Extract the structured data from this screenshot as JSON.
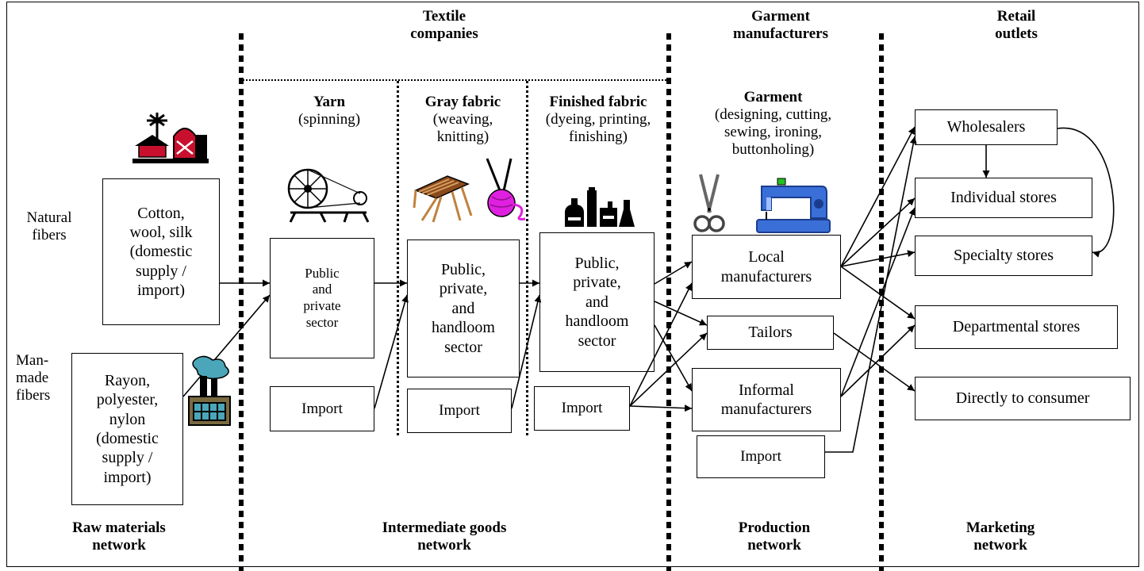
{
  "headers": {
    "textile": "Textile\ncompanies",
    "garment": "Garment\nmanufacturers",
    "retail": "Retail\noutlets"
  },
  "footers": {
    "raw": "Raw materials\nnetwork",
    "intermediate": "Intermediate goods\nnetwork",
    "production": "Production\nnetwork",
    "marketing": "Marketing\nnetwork"
  },
  "labels": {
    "natural": "Natural\nfibers",
    "manmade": "Man-\nmade\nfibers"
  },
  "stages": {
    "yarn_title": "Yarn",
    "yarn_sub": "(spinning)",
    "gray_title": "Gray fabric",
    "gray_sub": "(weaving,\nknitting)",
    "finished_title": "Finished fabric",
    "finished_sub": "(dyeing, printing,\nfinishing)",
    "garment_title": "Garment",
    "garment_sub": "(designing, cutting,\nsewing, ironing,\nbuttonholing)"
  },
  "boxes": {
    "natural_fibers": "Cotton,\nwool, silk\n(domestic\nsupply /\nimport)",
    "manmade_fibers": "Rayon,\npolyester,\nnylon\n(domestic\nsupply /\nimport)",
    "yarn_sector": "Public\nand\nprivate\nsector",
    "yarn_import": "Import",
    "gray_sector": "Public,\nprivate,\nand\nhandloom\nsector",
    "gray_import": "Import",
    "finished_sector": "Public,\nprivate,\nand\nhandloom\nsector",
    "finished_import": "Import",
    "local_manufacturers": "Local\nmanufacturers",
    "tailors": "Tailors",
    "informal_manufacturers": "Informal\nmanufacturers",
    "garment_import": "Import",
    "wholesalers": "Wholesalers",
    "individual_stores": "Individual stores",
    "specialty_stores": "Specialty stores",
    "departmental_stores": "Departmental stores",
    "directly_to_consumer": "Directly to consumer"
  },
  "icons": [
    "farm-icon",
    "factory-icon",
    "spinning-wheel-icon",
    "loom-icon",
    "knitting-icon",
    "dye-bottles-icon",
    "scissors-icon",
    "sewing-machine-icon"
  ],
  "colors": {
    "line": "#000000",
    "farm_red": "#c8102e",
    "loom_brown": "#8b4a1c",
    "yarn_magenta": "#e020e0",
    "machine_blue": "#3a6fd8",
    "machine_green": "#22c020",
    "factory_teal": "#4aa6b8"
  }
}
